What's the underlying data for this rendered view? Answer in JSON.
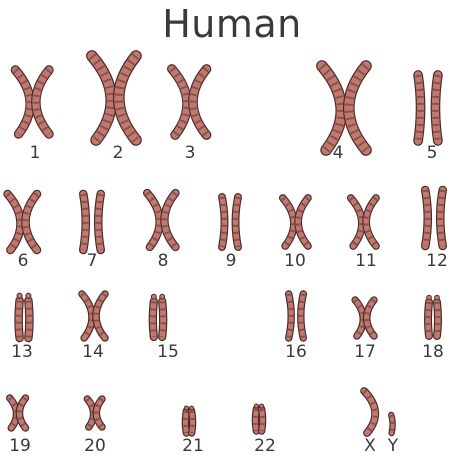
{
  "title": "Human",
  "colors": {
    "fill": "#c07870",
    "outline": "#4a2b28",
    "band": "#5a3530",
    "label": "#3a3a3a"
  },
  "karyotype": {
    "pairs": [
      {
        "label": "1"
      },
      {
        "label": "2"
      },
      {
        "label": "3"
      },
      {
        "label": "4"
      },
      {
        "label": "5"
      },
      {
        "label": "6"
      },
      {
        "label": "7"
      },
      {
        "label": "8"
      },
      {
        "label": "9"
      },
      {
        "label": "10"
      },
      {
        "label": "11"
      },
      {
        "label": "12"
      },
      {
        "label": "13"
      },
      {
        "label": "14"
      },
      {
        "label": "15"
      },
      {
        "label": "16"
      },
      {
        "label": "17"
      },
      {
        "label": "18"
      },
      {
        "label": "19"
      },
      {
        "label": "20"
      },
      {
        "label": "21"
      },
      {
        "label": "22"
      },
      {
        "label": "X"
      },
      {
        "label": "Y"
      }
    ]
  }
}
